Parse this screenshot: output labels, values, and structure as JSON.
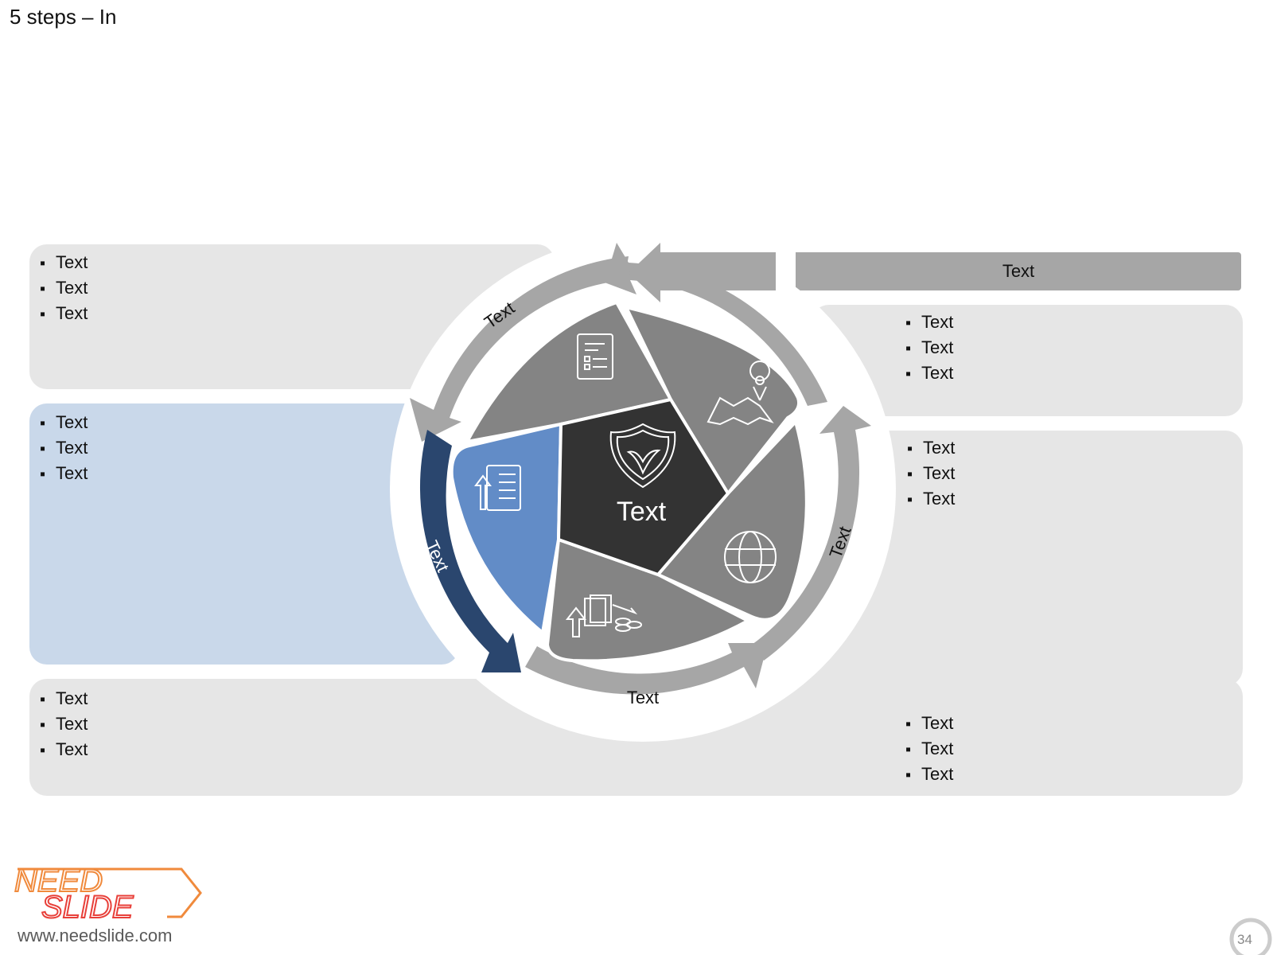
{
  "slide": {
    "title": "5 steps – In",
    "page_number": "34",
    "website": "www.needslide.com",
    "logo_text": "NEED SLIDE"
  },
  "center": {
    "label": "Text",
    "icon": "shield-leaf-icon"
  },
  "arrows": {
    "top_label": "Text",
    "left_label": "Text",
    "bottom_label": "Text",
    "right_label": "Text",
    "top_bar_label": "Text"
  },
  "segments": [
    {
      "icon": "checklist-icon",
      "color": "#848484"
    },
    {
      "icon": "map-pin-icon",
      "color": "#848484"
    },
    {
      "icon": "globe-icon",
      "color": "#848484"
    },
    {
      "icon": "documents-coins-icon",
      "color": "#848484"
    },
    {
      "icon": "task-list-icon",
      "color": "#628cc7",
      "highlighted": true
    }
  ],
  "panels": {
    "top_left": [
      "Text",
      "Text",
      "Text"
    ],
    "middle_left": [
      "Text",
      "Text",
      "Text"
    ],
    "bottom_left": [
      "Text",
      "Text",
      "Text"
    ],
    "top_right": [
      "Text",
      "Text",
      "Text"
    ],
    "middle_right": [
      "Text",
      "Text",
      "Text"
    ],
    "bottom_right": [
      "Text",
      "Text",
      "Text"
    ]
  },
  "colors": {
    "dark_center": "#333333",
    "segment_gray": "#848484",
    "arrow_gray": "#a6a6a6",
    "highlight_blue": "#628cc7",
    "highlight_arrow": "#2a466e",
    "panel_gray": "#e6e6e6",
    "panel_blue": "#c9d8ea"
  }
}
